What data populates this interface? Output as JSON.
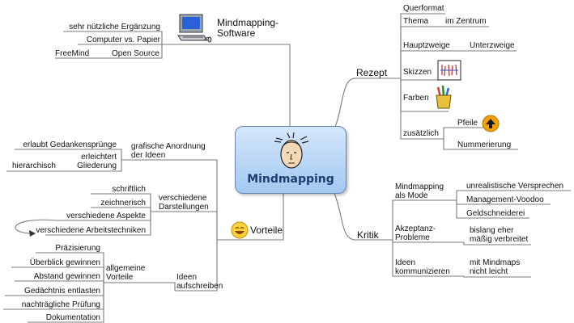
{
  "center": {
    "title": "Mindmapping"
  },
  "software": {
    "title": "Mindmapping-\nSoftware",
    "items": [
      "sehr nützliche Ergänzung",
      "Computer vs. Papier",
      "FreeMind",
      "Open Source"
    ]
  },
  "rezept": {
    "label": "Rezept",
    "items": [
      "Querformat",
      "Thema",
      "im Zentrum",
      "Hauptzweige",
      "Unterzweige",
      "Skizzen",
      "Farben",
      "zusätzlich",
      "Pfeile",
      "Nummerierung"
    ]
  },
  "kritik": {
    "label": "Kritik",
    "items": [
      "Mindmapping\nals Mode",
      "unrealistische Versprechen",
      "Management-Voodoo",
      "Geldschneiderei",
      "Akzeptanz-\nProbleme",
      "bislang eher\nmäßig verbreitet",
      "Ideen\nkommunizieren",
      "mit Mindmaps\nnicht leicht"
    ]
  },
  "vorteile": {
    "label": "Vorteile",
    "grafisch": {
      "label": "grafische Anordnung\nder Ideen",
      "items": [
        "erlaubt Gedankensprünge",
        "erleichtert\nGliederung",
        "hierarchisch"
      ]
    },
    "darstellungen": {
      "label": "verschiedene\nDarstellungen",
      "items": [
        "schriftlich",
        "zeichnerisch",
        "verschiedene Aspekte",
        "verschiedene Arbeitstechniken"
      ]
    },
    "ideen": {
      "label": "Ideen\naufschreiben",
      "allgemein": "allgemeine\nVorteile",
      "items": [
        "Präzisierung",
        "Überblick gewinnen",
        "Abstand gewinnen",
        "Gedächtnis entlasten",
        "nachträgliche Prüfung",
        "Dokumentation"
      ]
    }
  }
}
